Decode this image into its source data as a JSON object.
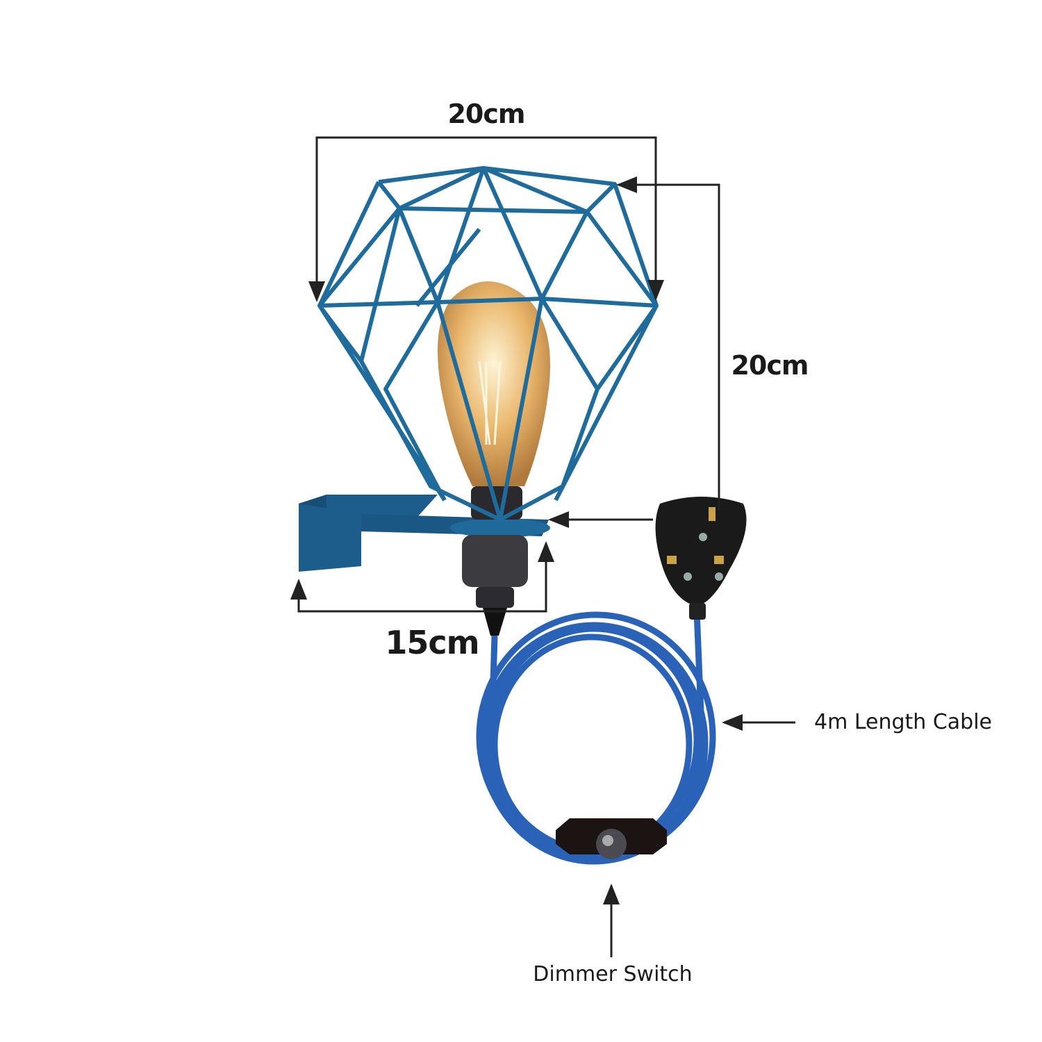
{
  "labels": {
    "width": "20cm",
    "height": "20cm",
    "bracket_depth": "15cm",
    "cable": "4m Length Cable",
    "dimmer": "Dimmer Switch"
  },
  "colors": {
    "cage": "#1f6b9c",
    "bracket": "#1d5d8c",
    "cable": "#2a62b8",
    "bulb": "#e8b66e",
    "plug": "#1a1a1a"
  }
}
